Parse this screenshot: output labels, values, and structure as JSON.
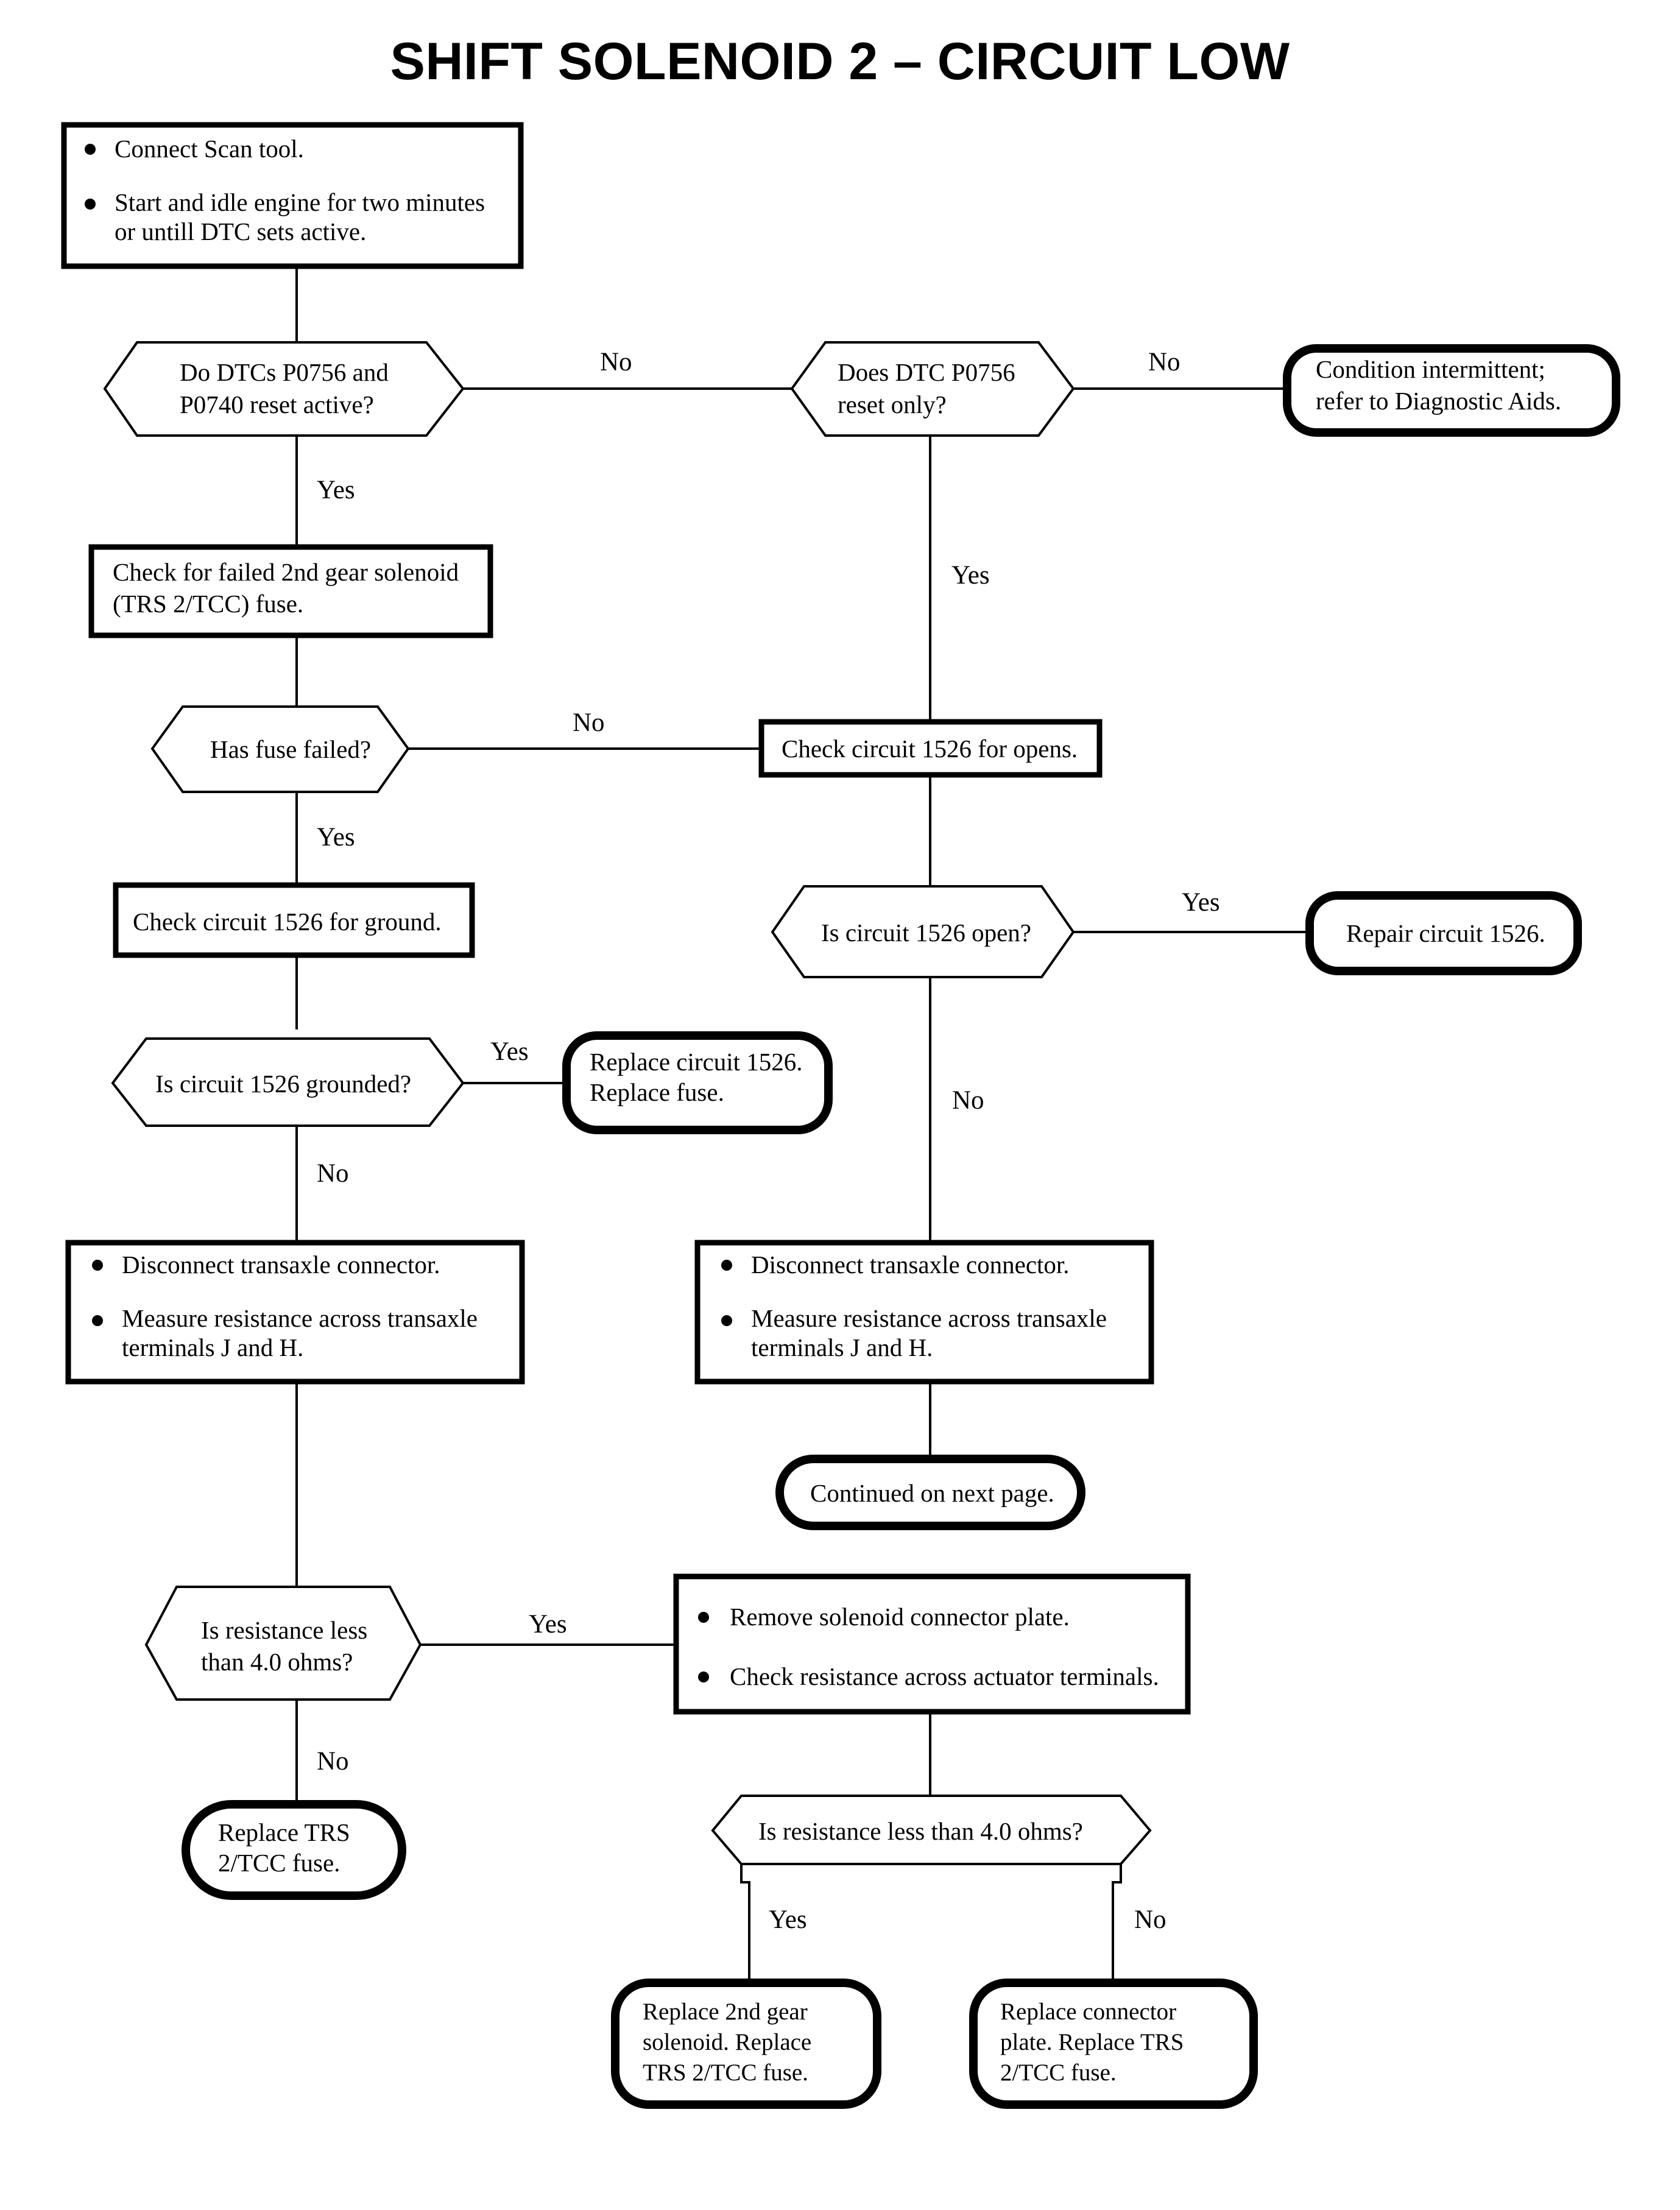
{
  "document": {
    "title": "SHIFT SOLENOID 2 – CIRCUIT LOW"
  },
  "chart_data": {
    "type": "diagram",
    "subtype": "flowchart",
    "title": "SHIFT SOLENOID 2 – CIRCUIT LOW",
    "orientation": "top-down",
    "shapes_legend": {
      "rectangle": "process / action step",
      "hexagon": "decision question",
      "rounded": "terminal / outcome"
    }
  },
  "nodes": {
    "start_steps": {
      "shape": "process",
      "bullets": [
        "Connect Scan tool.",
        "Start and idle engine for two minutes or untill DTC sets active."
      ]
    },
    "q_dtc_reset_active": {
      "shape": "decision",
      "line1": "Do DTCs P0756 and",
      "line2": "P0740 reset active?"
    },
    "q_dtc_reset_only": {
      "shape": "decision",
      "line1": "Does DTC P0756",
      "line2": "reset only?"
    },
    "t_condition_intermittent": {
      "shape": "terminal",
      "line1": "Condition intermittent;",
      "line2": "refer to Diagnostic Aids."
    },
    "p_check_fuse": {
      "shape": "process",
      "line1": "Check for failed 2nd gear solenoid",
      "line2": "(TRS 2/TCC) fuse."
    },
    "q_fuse_failed": {
      "shape": "decision",
      "line1": "Has fuse failed?"
    },
    "p_check_opens": {
      "shape": "process",
      "line1": "Check circuit 1526 for opens."
    },
    "p_check_ground": {
      "shape": "process",
      "line1": "Check circuit 1526 for ground."
    },
    "q_circuit_open": {
      "shape": "decision",
      "line1": "Is circuit 1526 open?"
    },
    "t_repair_circuit": {
      "shape": "terminal",
      "line1": "Repair circuit 1526."
    },
    "q_circuit_grounded": {
      "shape": "decision",
      "line1": "Is circuit 1526 grounded?"
    },
    "t_replace_circuit": {
      "shape": "terminal",
      "line1": "Replace circuit 1526.",
      "line2": "Replace fuse."
    },
    "p_measure_left": {
      "shape": "process",
      "bullets": [
        "Disconnect transaxle connector.",
        "Measure resistance across transaxle terminals J and H."
      ]
    },
    "p_measure_right": {
      "shape": "process",
      "bullets": [
        "Disconnect transaxle connector.",
        "Measure resistance across transaxle terminals J and H."
      ]
    },
    "t_continued": {
      "shape": "terminal",
      "line1": "Continued on next page."
    },
    "q_resistance_left": {
      "shape": "decision",
      "line1": "Is resistance less",
      "line2": "than 4.0 ohms?"
    },
    "p_remove_plate": {
      "shape": "process",
      "bullets": [
        "Remove solenoid connector plate.",
        "Check resistance across actuator terminals."
      ]
    },
    "t_replace_fuse": {
      "shape": "terminal",
      "line1": "Replace TRS",
      "line2": "2/TCC fuse."
    },
    "q_resistance_bottom": {
      "shape": "decision",
      "line1": "Is resistance less than 4.0 ohms?"
    },
    "t_replace_solenoid": {
      "shape": "terminal",
      "line1": "Replace 2nd gear",
      "line2": "solenoid. Replace",
      "line3": "TRS 2/TCC fuse."
    },
    "t_replace_connector": {
      "shape": "terminal",
      "line1": "Replace connector",
      "line2": "plate. Replace TRS",
      "line3": "2/TCC fuse."
    }
  },
  "edge_labels": {
    "no_dtc_active": "No",
    "yes_dtc_active": "Yes",
    "no_reset_only": "No",
    "yes_reset_only": "Yes",
    "no_fuse_failed": "No",
    "yes_fuse_failed": "Yes",
    "yes_circuit_open": "Yes",
    "no_circuit_open": "No",
    "yes_circuit_grounded": "Yes",
    "no_circuit_grounded": "No",
    "yes_resistance_left": "Yes",
    "no_resistance_left": "No",
    "yes_resistance_bottom": "Yes",
    "no_resistance_bottom": "No"
  },
  "colors": {
    "ink": "#000000",
    "paper": "#ffffff"
  }
}
